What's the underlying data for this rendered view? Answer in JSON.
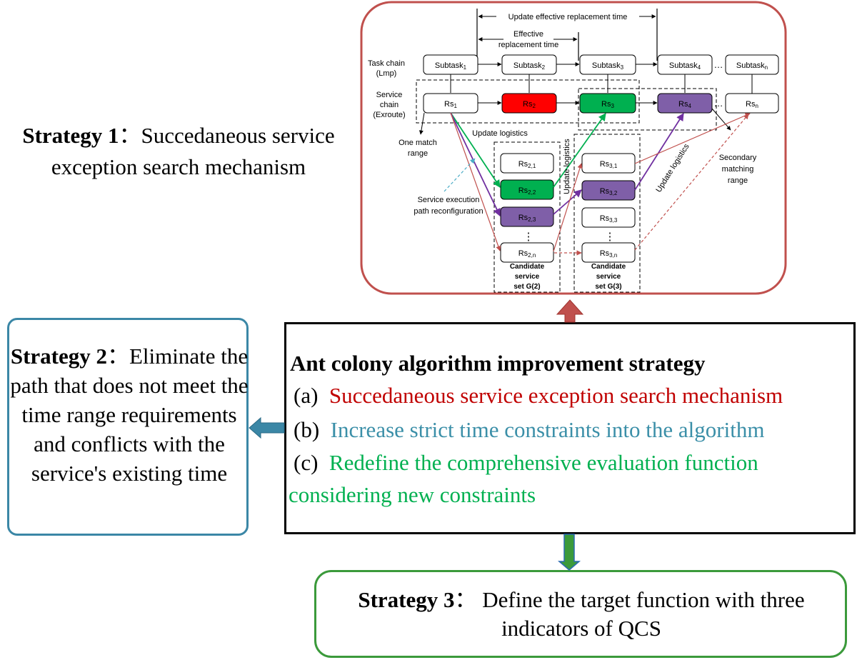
{
  "strategy1": {
    "label": "Strategy 1",
    "sep": "：",
    "text": "Succedaneous service exception search mechanism"
  },
  "strategy2": {
    "label": "Strategy 2",
    "sep": "：",
    "text": "Eliminate the path that does not meet the time range requirements and conflicts with the service's existing time"
  },
  "strategy3": {
    "label": "Strategy 3",
    "sep": "：",
    "text": "Define the target function with three indicators of QCS"
  },
  "main": {
    "title": "Ant colony algorithm improvement strategy",
    "items": [
      {
        "marker": "(a)",
        "text": "Succedaneous service exception search mechanism",
        "color": "#c00000"
      },
      {
        "marker": "(b)",
        "text": "Increase strict time constraints into the algorithm",
        "color": "#3b8fa8"
      },
      {
        "marker": "(c)",
        "text": "Redefine the comprehensive evaluation function",
        "color": "#00b050"
      },
      {
        "marker": "",
        "text": "considering new constraints",
        "color": "#00b050"
      }
    ]
  },
  "diagram": {
    "update_effective_time": "Update effective replacement time",
    "effective_time": [
      "Effective",
      "replacement time"
    ],
    "task_chain_label": [
      "Task chain",
      "(Lmp)"
    ],
    "service_chain_label": [
      "Service",
      "chain",
      "(Exroute)"
    ],
    "subtasks": [
      {
        "base": "Subtask",
        "sub": "1"
      },
      {
        "base": "Subtask",
        "sub": "2"
      },
      {
        "base": "Subtask",
        "sub": "3"
      },
      {
        "base": "Subtask",
        "sub": "4"
      },
      {
        "base": "Subtask",
        "sub": "n"
      }
    ],
    "services": [
      {
        "base": "Rs",
        "sub": "1",
        "fill": "#ffffff"
      },
      {
        "base": "Rs",
        "sub": "2",
        "fill": "#ff0000"
      },
      {
        "base": "Rs",
        "sub": "3",
        "fill": "#00b050"
      },
      {
        "base": "Rs",
        "sub": "4",
        "fill": "#7f5fa8"
      },
      {
        "base": "Rs",
        "sub": "n",
        "fill": "#ffffff"
      }
    ],
    "ellipsis": "…",
    "vdots": "⋮",
    "update_logistics": "Update logistics",
    "one_match": [
      "One match",
      "range"
    ],
    "service_exec": [
      "Service execution",
      "path reconfiguration"
    ],
    "secondary": [
      "Secondary",
      "matching",
      "range"
    ],
    "g2_items": [
      {
        "base": "Rs",
        "sub": "2,1",
        "fill": "#ffffff"
      },
      {
        "base": "Rs",
        "sub": "2,2",
        "fill": "#00b050"
      },
      {
        "base": "Rs",
        "sub": "2,3",
        "fill": "#7f5fa8"
      },
      {
        "base": "Rs",
        "sub": "2,n",
        "fill": "#ffffff"
      }
    ],
    "g3_items": [
      {
        "base": "Rs",
        "sub": "3,1",
        "fill": "#ffffff"
      },
      {
        "base": "Rs",
        "sub": "3,2",
        "fill": "#7f5fa8"
      },
      {
        "base": "Rs",
        "sub": "3,3",
        "fill": "#ffffff"
      },
      {
        "base": "Rs",
        "sub": "3,n",
        "fill": "#ffffff"
      }
    ],
    "g2_label": [
      "Candidate",
      "service",
      "set G(2)"
    ],
    "g3_label": [
      "Candidate",
      "service",
      "set G(3)"
    ]
  },
  "colors": {
    "red": "#c0504d",
    "teal": "#3b87a6",
    "green": "#3b9a3b"
  }
}
